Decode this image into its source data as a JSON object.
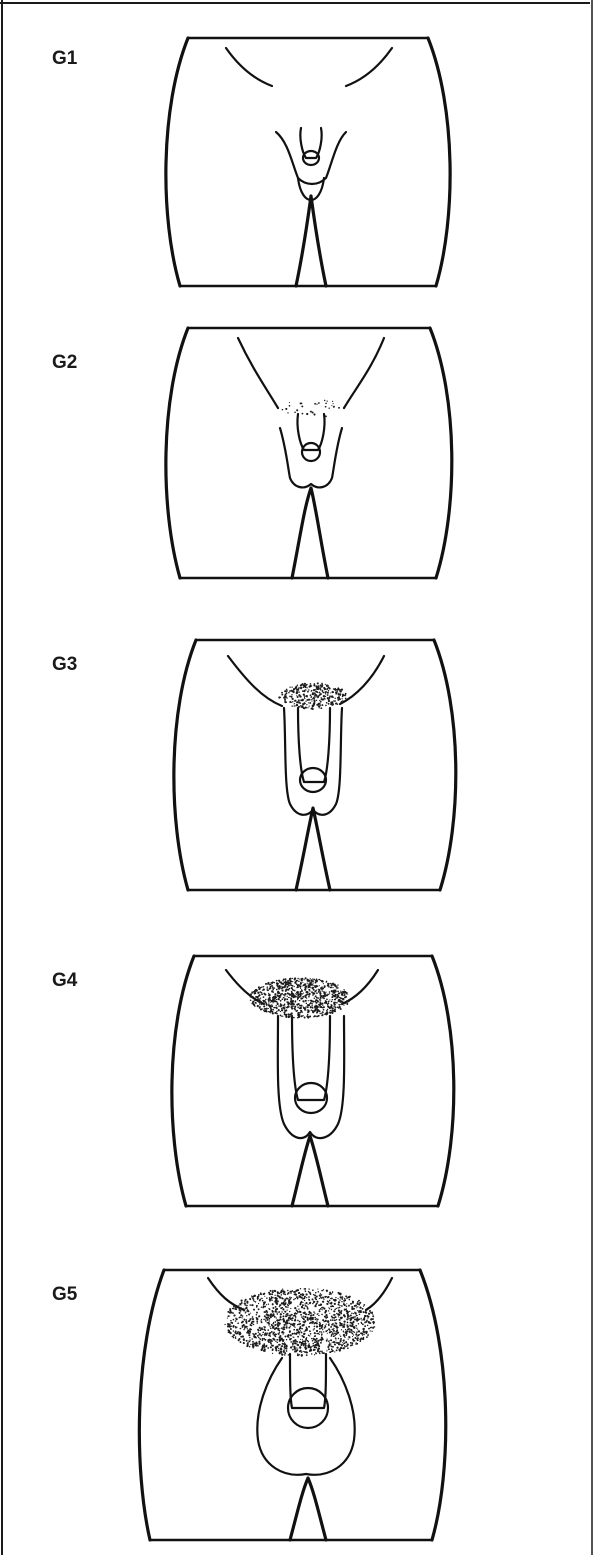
{
  "figure": {
    "colors": {
      "ink": "#111111",
      "background": "#ffffff"
    },
    "stages": [
      {
        "label": "G1",
        "hair_level": 0
      },
      {
        "label": "G2",
        "hair_level": 0.1
      },
      {
        "label": "G3",
        "hair_level": 0.45
      },
      {
        "label": "G4",
        "hair_level": 0.75
      },
      {
        "label": "G5",
        "hair_level": 1.0
      }
    ]
  }
}
